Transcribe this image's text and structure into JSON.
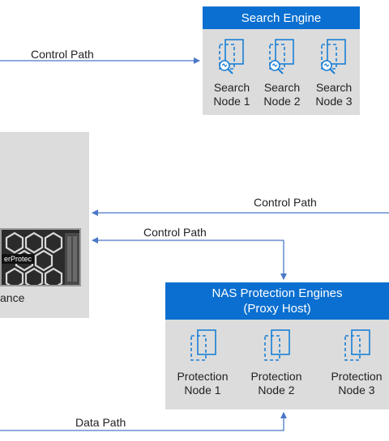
{
  "search_engine": {
    "title": "Search Engine",
    "nodes": [
      {
        "line1": "Search",
        "line2": "Node 1"
      },
      {
        "line1": "Search",
        "line2": "Node 2"
      },
      {
        "line1": "Search",
        "line2": "Node 3"
      }
    ]
  },
  "nas_engines": {
    "title_line1": "NAS Protection Engines",
    "title_line2": "(Proxy Host)",
    "nodes": [
      {
        "line1": "Protection",
        "line2": "Node 1"
      },
      {
        "line1": "Protection",
        "line2": "Node 2"
      },
      {
        "line1": "Protection",
        "line2": "Node 3"
      }
    ]
  },
  "appliance": {
    "label": "ance",
    "badge_text": "erProtec"
  },
  "paths": {
    "control_path_top": "Control Path",
    "control_path_right": "Control Path",
    "control_path_mid": "Control Path",
    "data_path": "Data Path"
  },
  "colors": {
    "blue_header": "#0a6fd0",
    "box_grey": "#dcdcdc",
    "arrow": "#4a78c8",
    "icon": "#1a7fd6"
  }
}
